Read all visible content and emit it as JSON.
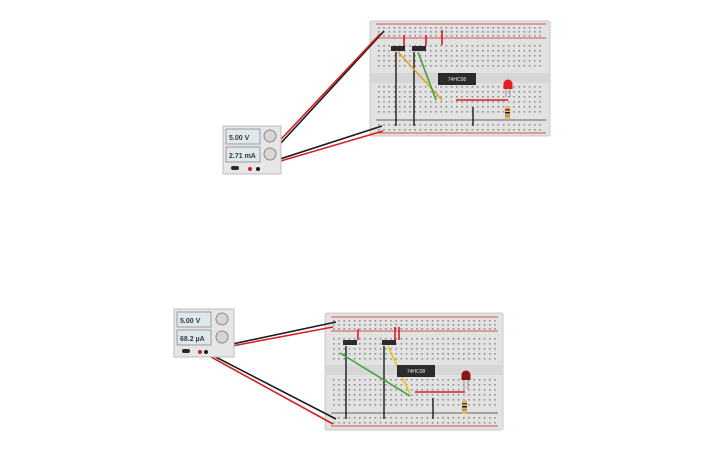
{
  "circuits": [
    {
      "psu": {
        "voltage": "5.00 V",
        "current": "2.71 mA"
      },
      "chip": {
        "label": "74HC08"
      }
    },
    {
      "psu": {
        "voltage": "5.00 V",
        "current": "68.2 µA"
      },
      "chip": {
        "label": "74HC08"
      }
    }
  ],
  "colors": {
    "breadboard": "#e2e2e2",
    "rail_red": "#d42020",
    "rail_blue": "#3a3a3a",
    "wire_black": "#1c1c1c",
    "wire_red": "#d42020",
    "wire_green": "#3fa535",
    "wire_orange": "#e8a01c",
    "wire_yellow": "#e6c81c",
    "led_on": "#e21e1e",
    "led_off": "#8a1414",
    "chip": "#2b2b2b"
  }
}
